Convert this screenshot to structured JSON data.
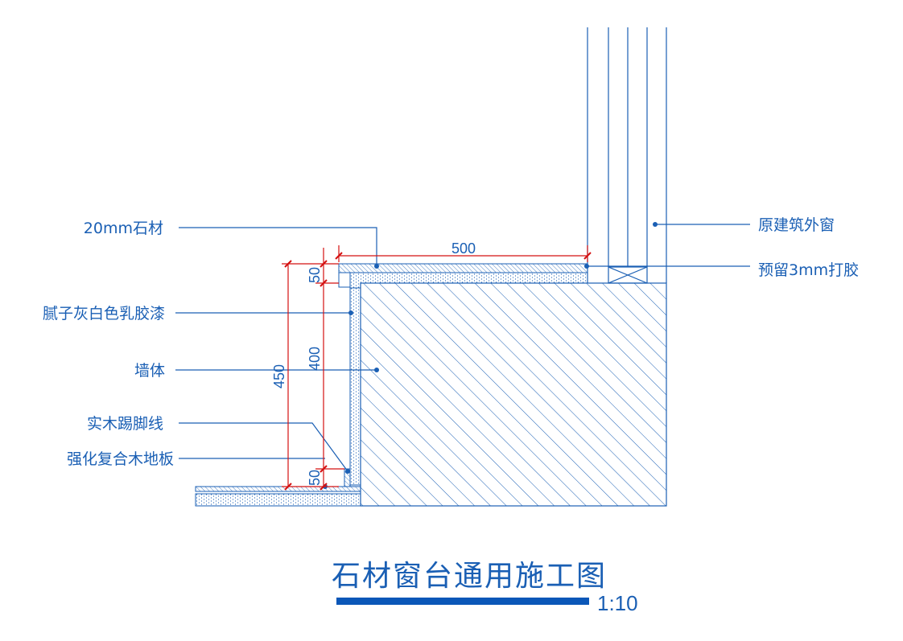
{
  "colors": {
    "line": "#1a5fb4",
    "dimension": "#d41010",
    "titleBar": "#0b57b8"
  },
  "labels": {
    "stone": "20mm石材",
    "putty": "腻子灰白色乳胶漆",
    "wall": "墙体",
    "skirting": "实木踢脚线",
    "floor": "强化复合木地板",
    "window": "原建筑外窗",
    "sealant": "预留3mm打胶"
  },
  "dimensions": {
    "width": "500",
    "top": "50",
    "height1": "400",
    "height2": "450",
    "bottom": "50"
  },
  "title": {
    "text": "石材窗台通用施工图",
    "scale": "1:10"
  }
}
